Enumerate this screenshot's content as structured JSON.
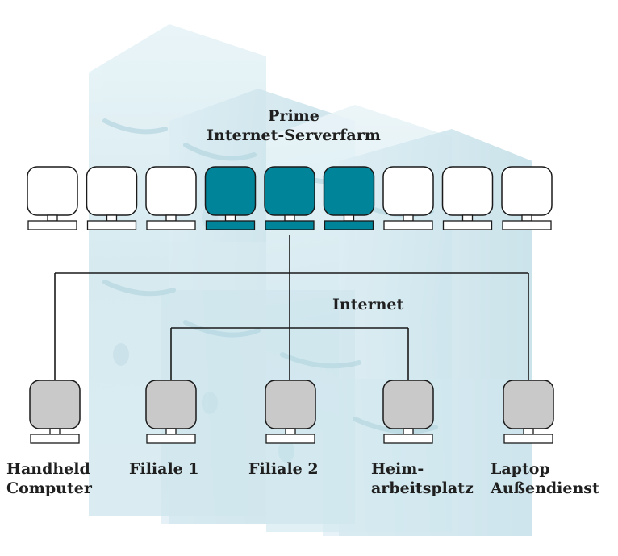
{
  "farm_title": "Prime\nInternet-Serverfarm",
  "network_label": "Internet",
  "server_row": {
    "count": 9,
    "highlighted": [
      3,
      4,
      5
    ]
  },
  "clients": [
    {
      "label": "Handheld\nComputer"
    },
    {
      "label": "Filiale 1"
    },
    {
      "label": "Filiale 2"
    },
    {
      "label": "Heim-\narbeitsplatz"
    },
    {
      "label": "Laptop\nAußendienst"
    }
  ],
  "colors": {
    "highlight": "#00849a",
    "client_gray": "#c9c9c9",
    "background_server": "#c7e4ec",
    "line": "#1a1a1a"
  }
}
